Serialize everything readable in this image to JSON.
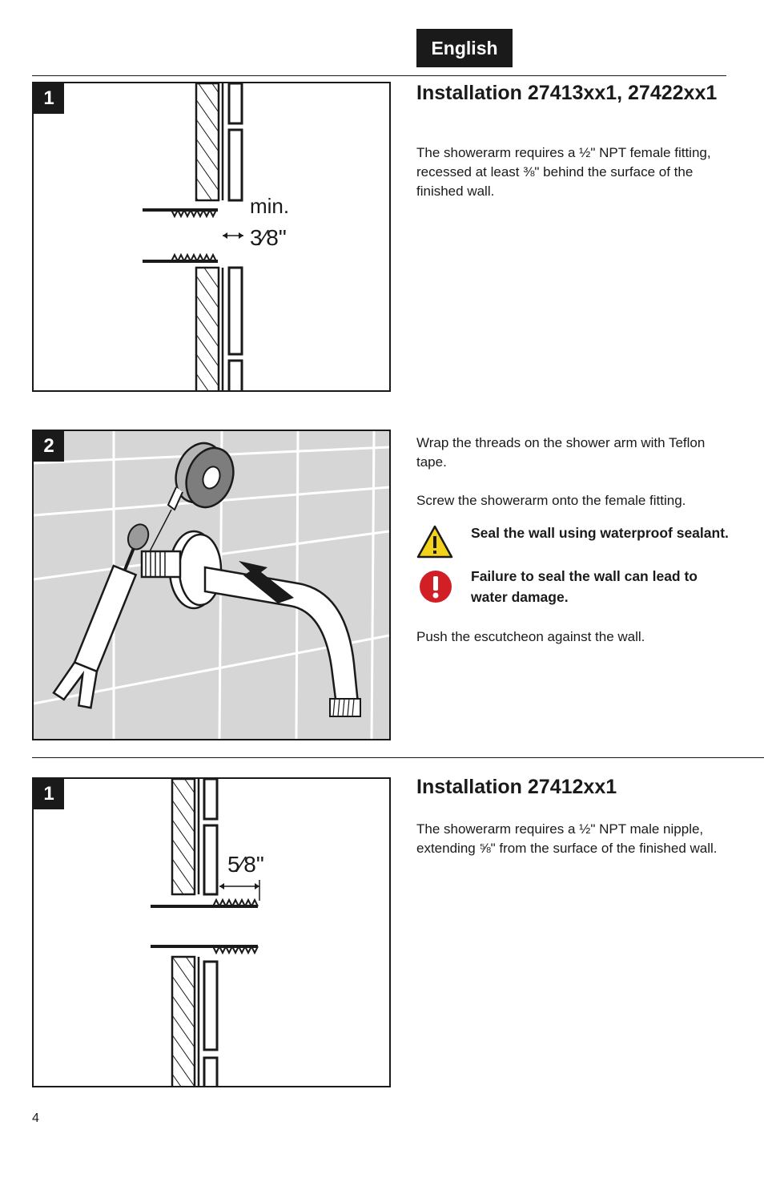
{
  "language_tab": "English",
  "page_number": "4",
  "section1": {
    "heading": "Installation 27413xx1, 27422xx1",
    "step1": {
      "number": "1",
      "text": "The showerarm requires a ½\" NPT female fitting, recessed at least ⅜\" behind the surface of the finished wall.",
      "dim_min": "min.",
      "dim_value": "3⁄8\""
    },
    "step2": {
      "number": "2",
      "text1": "Wrap the threads on the shower arm with Teflon tape.",
      "text2": "Screw the showerarm onto the female fitting.",
      "caution_text": "Seal the wall using waterproof sealant.",
      "warning_text": "Failure to seal the wall can lead to water damage.",
      "text3": "Push the escutcheon against the wall.",
      "caution_icon": "warning-triangle-icon",
      "warning_icon": "exclamation-circle-icon"
    }
  },
  "section2": {
    "heading": "Installation 27412xx1",
    "step1": {
      "number": "1",
      "text": "The showerarm requires a ½\" NPT male nipple, extending ⅝\" from the surface of the finished wall.",
      "dim_value": "5⁄8\""
    }
  },
  "colors": {
    "ink": "#1a1a1a",
    "tile": "#d6d6d6",
    "caution_yellow": "#f2d21b",
    "warning_red": "#d11f26"
  }
}
